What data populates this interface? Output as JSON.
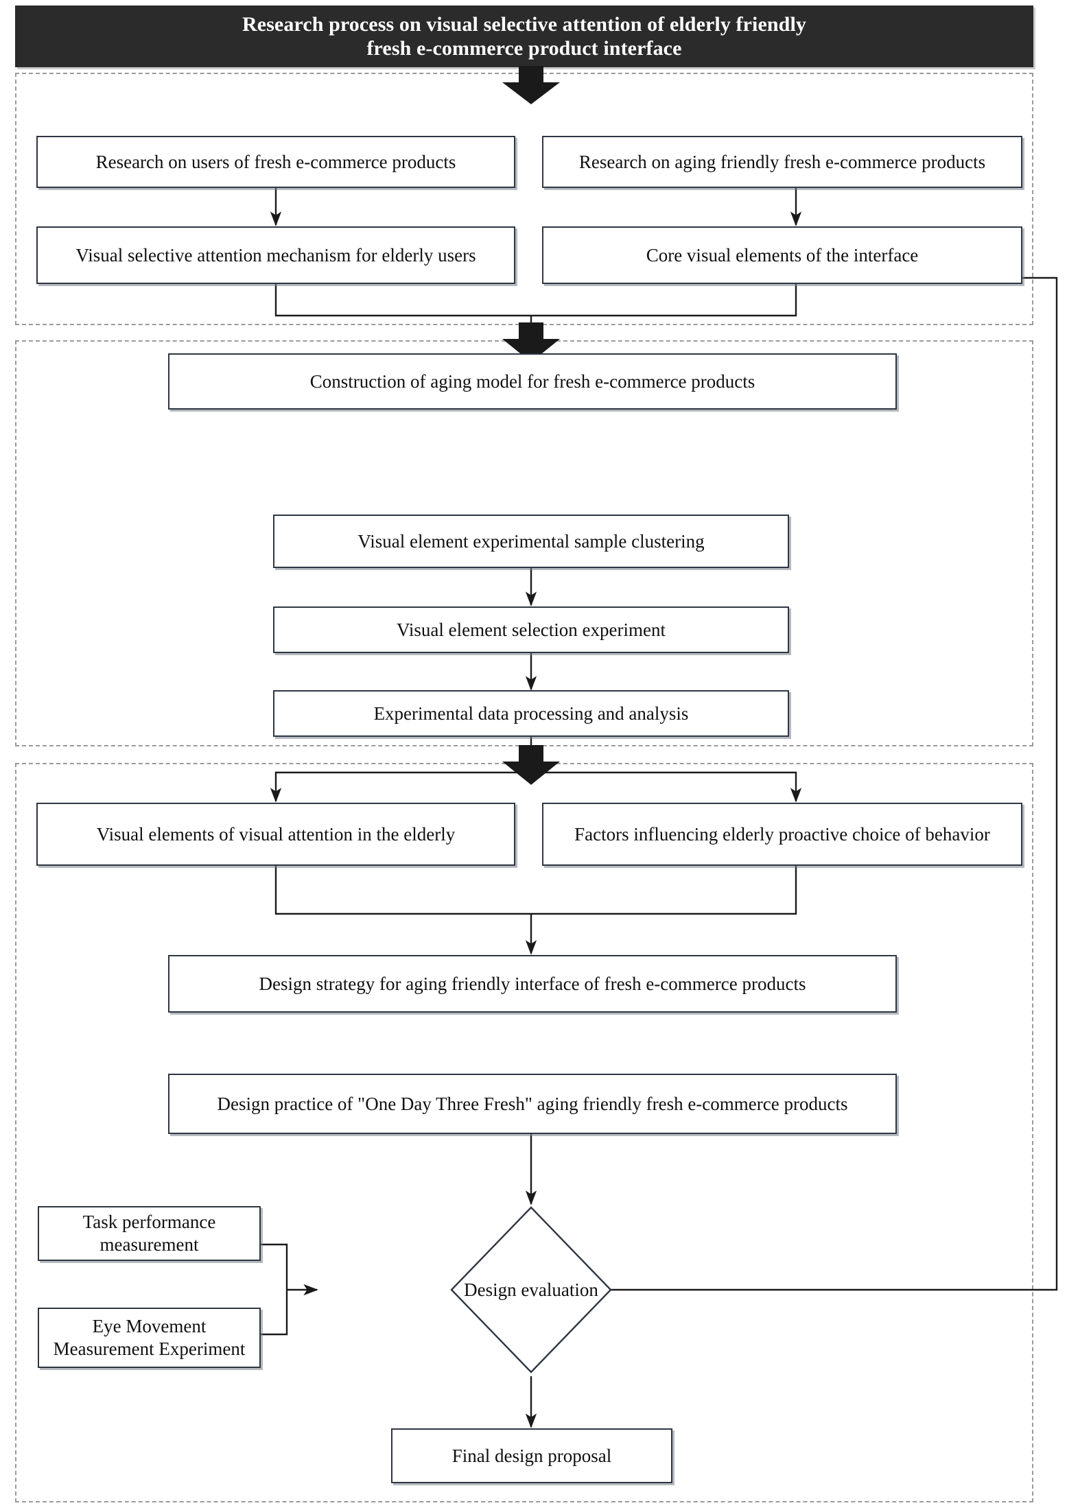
{
  "title": {
    "line1": "Research process on visual selective attention of elderly friendly",
    "line2": "fresh e-commerce product interface",
    "background": "#2b2b2b",
    "color": "#ffffff"
  },
  "colors": {
    "node_border": "#2e3642",
    "node_fill": "#ffffff",
    "phase_border": "#9a9a9a",
    "connector": "#1a1a1a",
    "banner": "#2b2b2b"
  },
  "phases": [
    {
      "id": "phase-1",
      "name": "theory-research-phase"
    },
    {
      "id": "phase-2",
      "name": "experiment-analysis-phase"
    },
    {
      "id": "phase-3",
      "name": "design-practice-evaluation-phase"
    }
  ],
  "nodes": {
    "n1": {
      "label": "Research on users of fresh e-commerce products"
    },
    "n2": {
      "label": "Research on aging friendly fresh e-commerce products"
    },
    "n3": {
      "label": "Visual selective attention mechanism for elderly users"
    },
    "n4": {
      "label": "Core visual elements of the interface"
    },
    "n5": {
      "label": "Construction of aging model for fresh e-commerce products"
    },
    "n6": {
      "label": "Visual element experimental sample clustering"
    },
    "n7": {
      "label": "Visual element selection experiment"
    },
    "n8": {
      "label": "Experimental data processing and analysis"
    },
    "n9": {
      "label": "Visual elements of visual attention in the elderly"
    },
    "n10": {
      "label": "Factors influencing elderly proactive choice of behavior"
    },
    "n11": {
      "label": "Design strategy for aging friendly interface of fresh e-commerce products"
    },
    "n12": {
      "label": "Design practice of \"One Day Three Fresh\" aging friendly fresh e-commerce products"
    },
    "n13": {
      "label": "Task performance measurement"
    },
    "n14": {
      "label": "Eye Movement Measurement Experiment"
    },
    "n15": {
      "label": "Design evaluation"
    },
    "n16": {
      "label": "Final design proposal"
    }
  },
  "connectors": [
    {
      "name": "title-to-phase1",
      "kind": "thick-arrow"
    },
    {
      "name": "n1-to-n3",
      "kind": "arrow"
    },
    {
      "name": "n2-to-n4",
      "kind": "arrow"
    },
    {
      "name": "n3-n4-merge-to-n5",
      "kind": "merge-arrow"
    },
    {
      "name": "phase1-to-phase2",
      "kind": "thick-arrow"
    },
    {
      "name": "n6-to-n7",
      "kind": "arrow"
    },
    {
      "name": "n7-to-n8",
      "kind": "arrow"
    },
    {
      "name": "n8-split-to-n9-n10",
      "kind": "split-arrow"
    },
    {
      "name": "n9-n10-merge-to-n11",
      "kind": "merge-arrow"
    },
    {
      "name": "phase2-to-phase3",
      "kind": "thick-arrow"
    },
    {
      "name": "n12-to-n15",
      "kind": "arrow"
    },
    {
      "name": "n13-n14-merge-to-n15",
      "kind": "merge-arrow"
    },
    {
      "name": "n15-to-n16",
      "kind": "arrow"
    },
    {
      "name": "n15-feedback-to-n4",
      "kind": "feedback-arrow"
    }
  ]
}
